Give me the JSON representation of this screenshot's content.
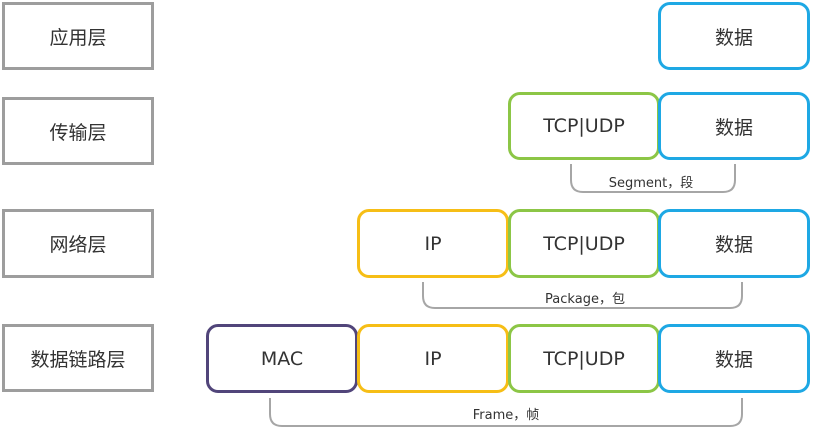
{
  "layers": {
    "application": "应用层",
    "transport": "传输层",
    "network": "网络层",
    "datalink": "数据链路层"
  },
  "cells": {
    "data": "数据",
    "tcp_udp": "TCP|UDP",
    "ip": "IP",
    "mac": "MAC"
  },
  "braces": {
    "segment": "Segment，段",
    "package": "Package，包",
    "frame": "Frame，帧"
  },
  "colors": {
    "data": "#1ea8e4",
    "tcp_udp": "#8cc646",
    "ip": "#f6be16",
    "mac": "#51457a",
    "layer_border": "#9d9d9d",
    "brace": "#a6a6a6"
  }
}
